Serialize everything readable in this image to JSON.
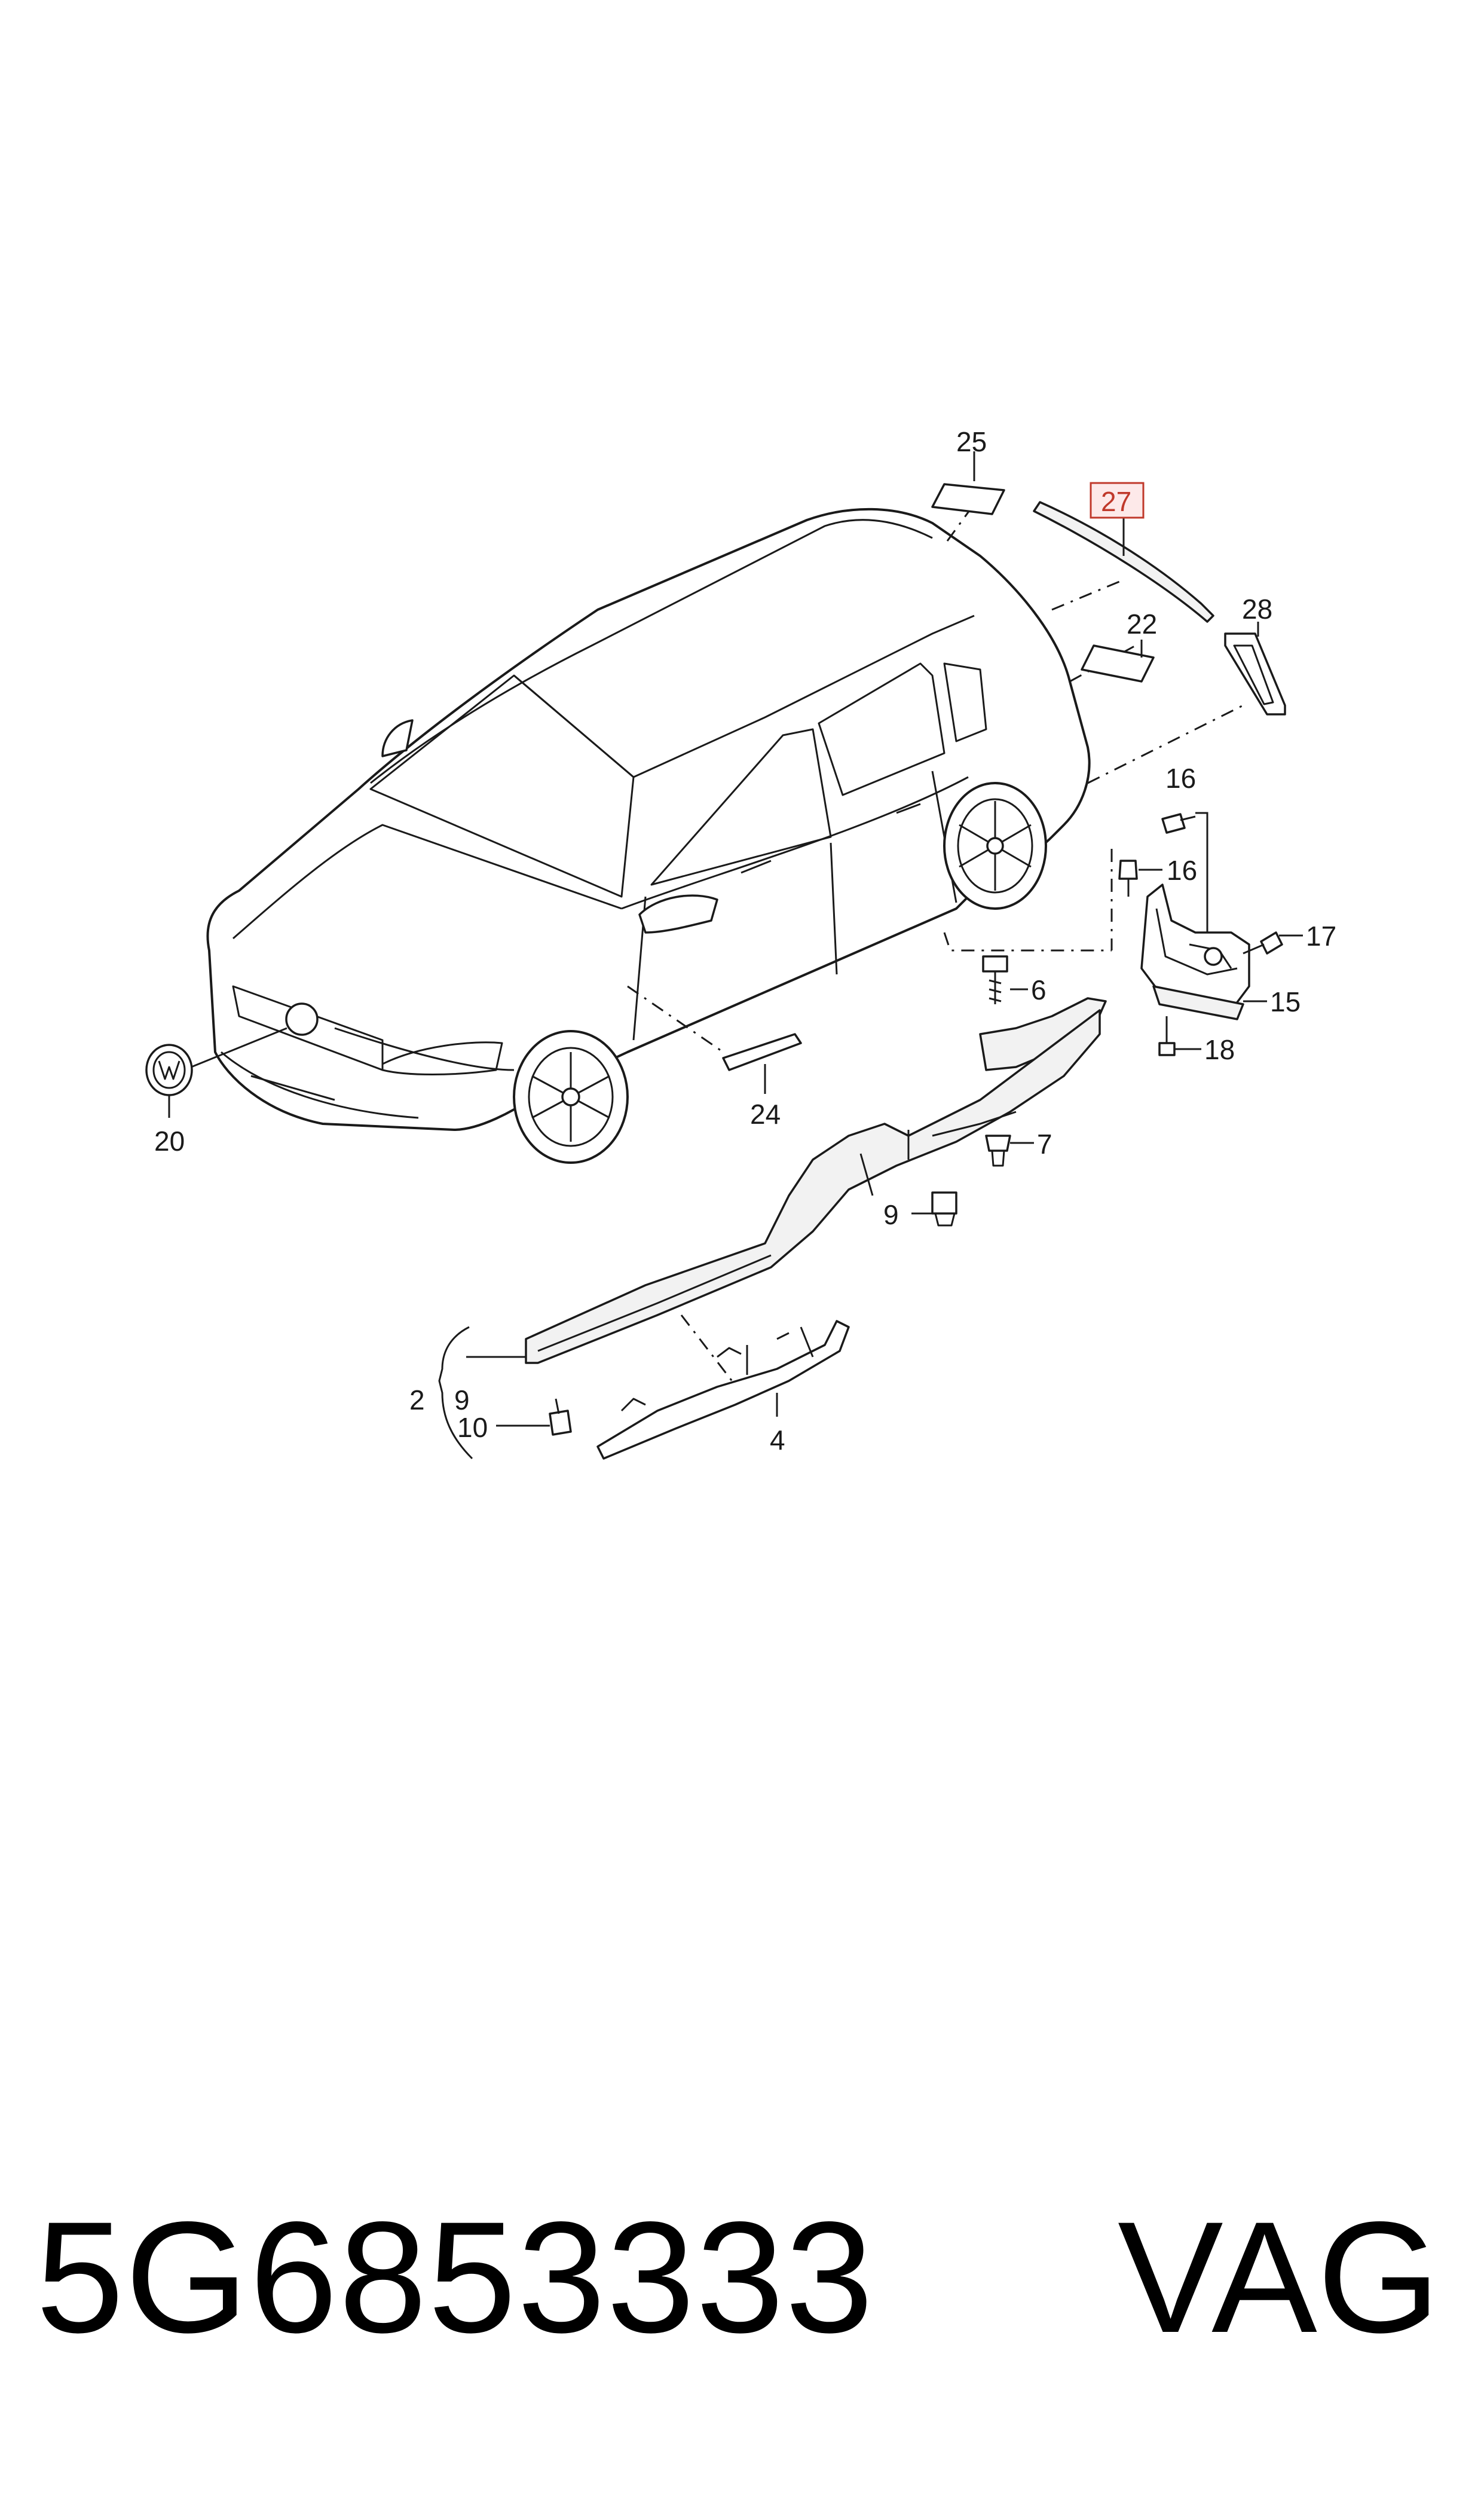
{
  "callouts": {
    "c25": "25",
    "c27": "27",
    "c22": "22",
    "c28": "28",
    "c16a": "16",
    "c16b": "16",
    "c17": "17",
    "c15": "15",
    "c18": "18",
    "c6": "6",
    "c7": "7",
    "c9a": "9",
    "c20": "20",
    "c24": "24",
    "c2": "2",
    "c9b": "9",
    "c10": "10",
    "c4": "4"
  },
  "highlight_color": "#c0392b",
  "footer": {
    "part_number": "5G6853333",
    "brand": "VAG"
  }
}
